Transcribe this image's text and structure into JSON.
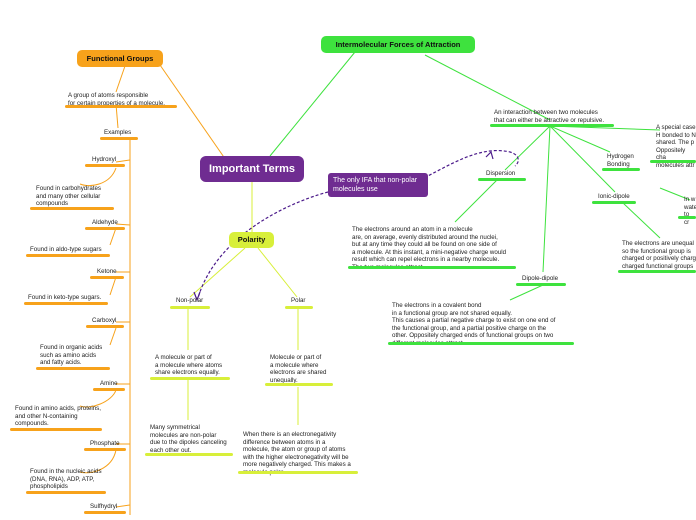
{
  "central": {
    "label": "Important Terms"
  },
  "functional_groups": {
    "title": "Functional Groups",
    "definition": "A group of atoms responsible\nfor certain properties of a molecule.",
    "examples_label": "Examples",
    "items": [
      {
        "name": "Hydroxyl",
        "note": "Found in carbohydrates\nand many other cellular\ncompounds"
      },
      {
        "name": "Aldehyde",
        "note": "Found in aldo-type sugars"
      },
      {
        "name": "Ketone",
        "note": "Found in keto-type sugars."
      },
      {
        "name": "Carboxyl",
        "note": "Found in organic acids\nsuch as amino acids\nand fatty acids."
      },
      {
        "name": "Amine",
        "note": "Found in amino acids, proteins,\nand other N-containing\ncompounds."
      },
      {
        "name": "Phosphate",
        "note": "Found in the nucleic acids\n(DNA, RNA), ADP, ATP,\nphospholipids"
      },
      {
        "name": "Sulfhydryl",
        "note": ""
      }
    ]
  },
  "imf": {
    "title": "Intermolecular Forces of Attraction",
    "definition": "An interaction between two molecules\nthat can either be attractive or repulsive.",
    "only_ifa_note": "The only IFA that non-polar\nmolecules use",
    "dispersion": {
      "label": "Dispersion",
      "note": "The electrons around an atom in a molecule\nare, on average, evenly distributed around the nuclei,\nbut at any time they could all be found on one side of\na molecule. At this instant, a mini-negative charge would\nresult which can repel electrons in a nearby molecule.\nThe two molecules attract."
    },
    "dipole": {
      "label": "Dipole-dipole",
      "note": "The electrons in a covalent bond\nin a functional group are not shared equally.\nThis causes a partial negative charge to exist on one end of\nthe functional group, and a partial positive charge on the\nother. Oppositely charged ends of functional groups on two\ndifferent molecules attract."
    },
    "hydrogen": {
      "label": "Hydrogen\nBonding",
      "note": "A special case\nH bonded to N\nshared. The p\nOppositely cha\nmolecules attr"
    },
    "ion_dipole": {
      "label": "Ionic-dipole",
      "note_top": "In w\nwate\nto cr",
      "note": "The electrons are unequal\nso the functional group is \ncharged or positively charg\ncharged functional groups"
    }
  },
  "polarity": {
    "title": "Polarity",
    "nonpolar": {
      "label": "Non-polar",
      "definition": "A molecule or part of\na molecule where atoms\nshare electrons equally.",
      "note": "Many symmetrical\nmolecules are non-polar\ndue to the dipoles canceling\neach other out."
    },
    "polar": {
      "label": "Polar",
      "definition": "Molecule or part of\na molecule where\nelectrons are shared\nunequally.",
      "note": "When there is an electronegativity\ndifference between atoms in a\nmolecule, the atom or group of atoms\nwith the higher electronegativity will be\nmore negatively charged. This makes a\nmolecule polar."
    }
  },
  "colors": {
    "central": "#6f2c91",
    "functional_groups": "#f7a21b",
    "imf": "#3ee23e",
    "polarity": "#d8ef3a"
  }
}
